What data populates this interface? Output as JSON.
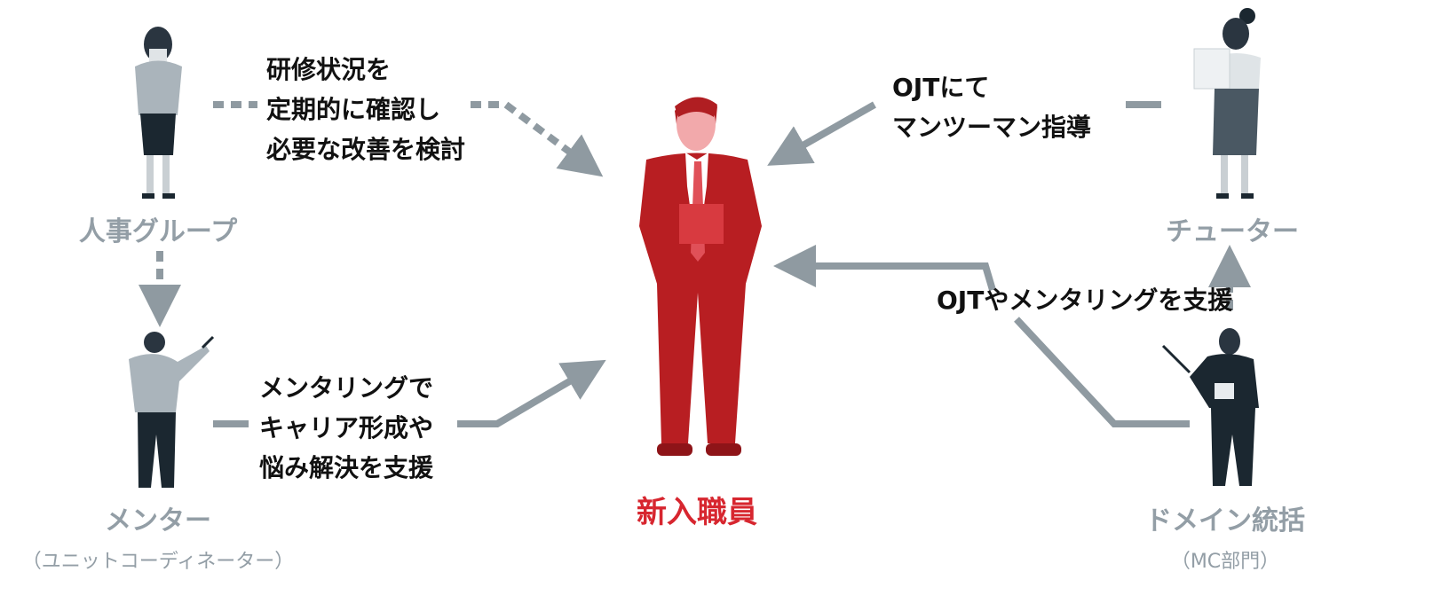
{
  "actors": {
    "hr": {
      "label": "人事グループ"
    },
    "mentor": {
      "label": "メンター",
      "sub": "（ユニットコーディネーター）"
    },
    "new_employee": {
      "label": "新入職員"
    },
    "tutor": {
      "label": "チューター"
    },
    "domain": {
      "label": "ドメイン統括",
      "sub": "（MC部門）"
    }
  },
  "relations": {
    "hr_to_new": [
      "研修状況を",
      "定期的に確認し",
      "必要な改善を検討"
    ],
    "mentor_to_new": [
      "メンタリングで",
      "キャリア形成や",
      "悩み解決を支援"
    ],
    "tutor_to_new": [
      "OJTにて",
      "マンツーマン指導"
    ],
    "domain_support": "OJTやメンタリングを支援"
  },
  "colors": {
    "accent": "#d7262f",
    "gray": "#939ea6",
    "line": "#8f9aa1"
  }
}
